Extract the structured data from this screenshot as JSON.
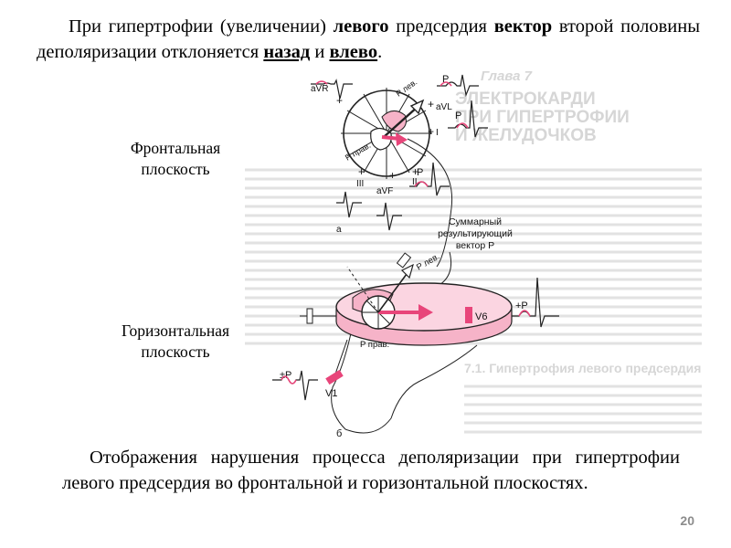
{
  "slide": {
    "top_paragraph": {
      "part1": "При гипертрофии (увеличении) ",
      "bold_left": "левого",
      "part2": " предсердия ",
      "bold_vector": "вектор",
      "part3": " второй половины деполяризации отклоняется ",
      "underlined_back": "назад",
      "part4": " и ",
      "underlined_left": "влево",
      "part5": "."
    },
    "label_frontal": "Фронтальная плоскость",
    "label_horizontal": "Горизонтальная плоскость",
    "bottom_paragraph": "Отображения нарушения процесса деполяризации при гипертрофии левого предсердия во фронтальной и горизонтальной плоскостях.",
    "page_number": "20"
  },
  "figure": {
    "lead_avr": "aVR",
    "lead_avl": "aVL",
    "lead_i": "I",
    "lead_ii": "II",
    "lead_iii": "III",
    "lead_avf": "aVF",
    "p_left": "P лев.",
    "p_right": "P прав.",
    "p_wave": "P",
    "plus_p": "+P",
    "plus_minus_p": "±P",
    "v6": "V6",
    "v1": "V1",
    "summary_vector_line1": "Суммарный",
    "summary_vector_line2": "результирующий",
    "summary_vector_line3": "вектор P",
    "panel_a": "а",
    "panel_b": "б",
    "background_heading_line1": "Глава 7",
    "background_heading_line2": "ЭЛЕКТРОКАРДИ",
    "background_heading_line3": "ПРИ ГИПЕРТРОФИИ",
    "background_heading_line4": "И ЖЕЛУДОЧКОВ",
    "background_section": "7.1. Гипертрофия левого предсердия",
    "accent_color": "#e8457a",
    "accent_light": "#f6b3c8"
  }
}
